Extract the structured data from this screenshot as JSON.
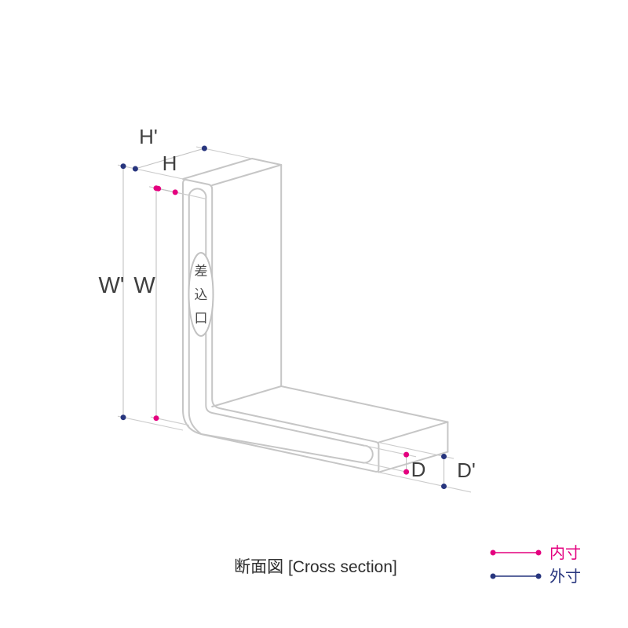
{
  "title": "断面図 [Cross section]",
  "annotation": {
    "slot_label": "差込口"
  },
  "dims": {
    "h_outer": {
      "label": "H'"
    },
    "h_inner": {
      "label": "H"
    },
    "w_outer": {
      "label": "W'"
    },
    "w_inner": {
      "label": "W"
    },
    "d_inner": {
      "label": "D"
    },
    "d_outer": {
      "label": "D'"
    }
  },
  "legend": {
    "items": [
      {
        "label": "内寸",
        "color": "#e4007f"
      },
      {
        "label": "外寸",
        "color": "#27357e"
      }
    ]
  },
  "colors": {
    "inner_dimension": "#e4007f",
    "outer_dimension": "#27357e",
    "outline": "#c6c6c6",
    "label_text": "#3f3f3f"
  }
}
